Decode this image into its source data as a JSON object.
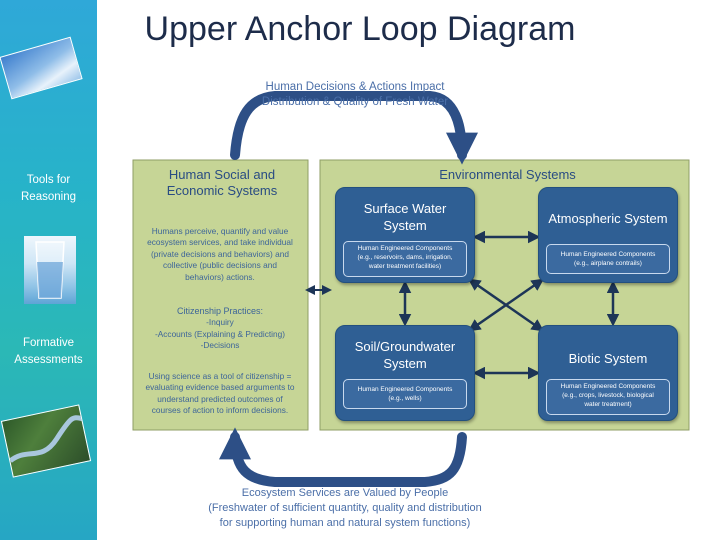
{
  "title": "Upper Anchor Loop Diagram",
  "sidebar": {
    "items": [
      {
        "label": "Tools for Reasoning"
      },
      {
        "label": "Formative Assessments"
      }
    ]
  },
  "diagram": {
    "top_caption": [
      "Human Decisions & Actions Impact",
      "Distribution & Quality of Fresh Water"
    ],
    "bottom_caption": [
      "Ecosystem Services are Valued by People",
      "(Freshwater of sufficient quantity, quality and distribution",
      "for supporting human and natural system functions)"
    ],
    "social_panel": {
      "title": [
        "Human Social and",
        "Economic Systems"
      ],
      "para1": [
        "Humans perceive, quantify and value",
        "ecosystem services, and take individual",
        "(private decisions and behaviors) and",
        "collective (public decisions and",
        "behaviors) actions."
      ],
      "practices_title": "Citizenship Practices:",
      "practices": [
        "-Inquiry",
        "-Accounts (Explaining & Predicting)",
        "-Decisions"
      ],
      "para2": [
        "Using science as a tool of citizenship =",
        "evaluating evidence based arguments to",
        "understand predicted outcomes of",
        "courses of action to inform decisions."
      ]
    },
    "env_panel": {
      "title": "Environmental Systems"
    },
    "systems": {
      "surface": {
        "title": [
          "Surface Water",
          "System"
        ],
        "components": [
          "Human Engineered Components",
          "(e.g., reservoirs, dams, irrigation,",
          "water treatment facilities)"
        ]
      },
      "atmospheric": {
        "title": [
          "Atmospheric System"
        ],
        "components": [
          "Human Engineered Components",
          "(e.g., airplane contrails)"
        ]
      },
      "soil": {
        "title": [
          "Soil/Groundwater",
          "System"
        ],
        "components": [
          "Human Engineered Components",
          "(e.g., wells)"
        ]
      },
      "biotic": {
        "title": [
          "Biotic System"
        ],
        "components": [
          "Human Engineered Components",
          "(e.g., crops, livestock, biological",
          "water treatment)"
        ]
      }
    },
    "colors": {
      "panel_fill": "#c6d596",
      "box_fill": "#2f5f94",
      "arrow": "#1d3557",
      "loop_arrow": "#2d4f86",
      "text_blue": "#3d6599"
    }
  }
}
